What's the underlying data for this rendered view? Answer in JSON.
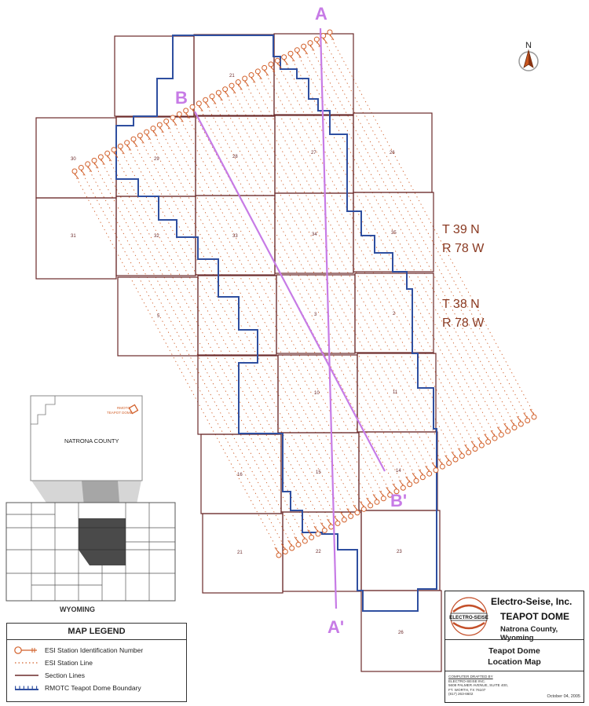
{
  "north_label": "N",
  "profile_labels": {
    "a": "A",
    "a_prime": "A'",
    "b": "B",
    "b_prime": "B'"
  },
  "township_labels": {
    "t39": "T 39 N",
    "r78_upper": "R 78 W",
    "t38": "T 38 N",
    "r78_lower": "R 78 W"
  },
  "section_numbers": {
    "s21_top": "21",
    "s30": "30",
    "s29": "29",
    "s28": "28",
    "s27": "27",
    "s26_top": "26",
    "s31": "31",
    "s32": "32",
    "s33": "33",
    "s34": "34",
    "s35": "35",
    "s5": "5",
    "s3": "3",
    "s2": "2",
    "s10": "10",
    "s11": "11",
    "s16": "16",
    "s15": "15",
    "s14": "14",
    "s21_bottom": "21",
    "s22": "22",
    "s23": "23",
    "s26_bottom": "26"
  },
  "inset": {
    "county_title": "NATRONA COUNTY",
    "rmotc_line1": "RMOTC",
    "rmotc_line2": "TEAPOT DOME",
    "state_label": "WYOMING"
  },
  "legend": {
    "title": "MAP LEGEND",
    "items": [
      {
        "label": "ESI Station Identification Number"
      },
      {
        "label": "ESI Station Line"
      },
      {
        "label": "Section Lines"
      },
      {
        "label": "RMOTC Teapot Dome Boundary"
      }
    ]
  },
  "title_block": {
    "company": "Electro-Seise, Inc.",
    "project": "TEAPOT DOME",
    "county": "Natrona County, Wyoming",
    "map_title_1": "Teapot Dome",
    "map_title_2": "Location Map",
    "logo_text": "ELECTRO-SEISE",
    "credits_1": "COMPUTER DRAFTED BY",
    "credits_2": "ELECTRO-SEISE INC.",
    "credits_3": "5608 PALMER AVENUE, SUITE 400,",
    "credits_4": "FT. WORTH, TX 76107",
    "credits_5": "(817) 263-6602",
    "date": "October 04, 2005"
  },
  "colors": {
    "section_line": "#6b2a2a",
    "station": "#d2602a",
    "boundary": "#2f4fa0",
    "profile": "#c77be6",
    "township": "#8a3a22"
  }
}
